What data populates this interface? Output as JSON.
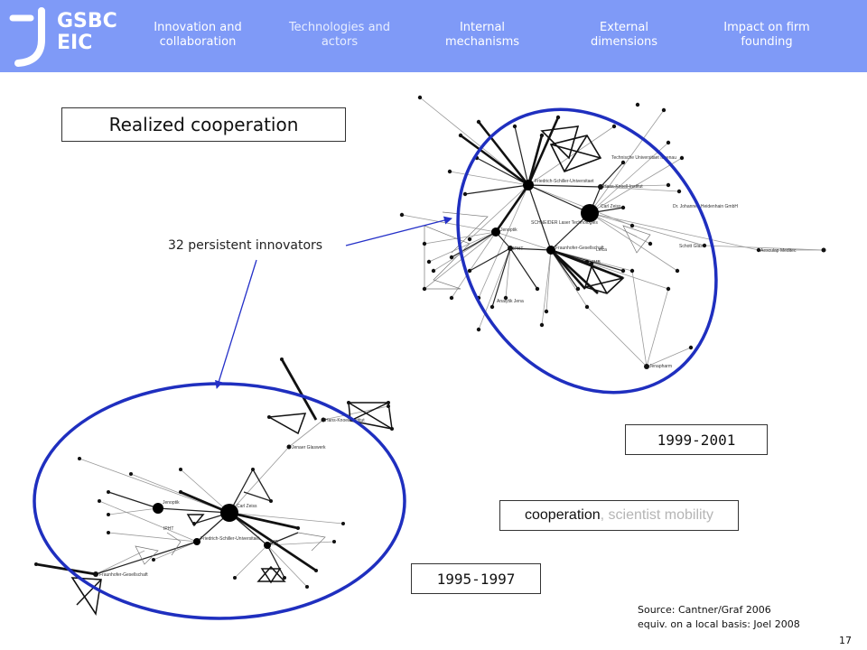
{
  "logo": {
    "line1": "GSBC",
    "line2": "EIC"
  },
  "nav": [
    {
      "label": "Innovation and collaboration"
    },
    {
      "label": "Technologies and actors"
    },
    {
      "label": "Internal mechanisms"
    },
    {
      "label": "External dimensions"
    },
    {
      "label": "Impact on firm founding"
    }
  ],
  "title": "Realized cooperation",
  "annotation": "32 persistent innovators",
  "period_recent": "1999-2001",
  "period_early": "1995-1997",
  "legend": {
    "main": "cooperation",
    "rest": ", scientist mobility"
  },
  "source_line1": "Source: Cantner/Graf 2006",
  "source_line2": "equiv. on a local basis: Joel 2008",
  "page_number": "17",
  "network_labels_recent": [
    "Technische Universitaet Ilmenau",
    "Friedrich-Schiller-Universitaet",
    "Hans-Knoell-Institut",
    "Carl Zeiss",
    "Dr. Johannes Heidenhain GmbH",
    "SCHNEIDER Laser Technologies",
    "Jenoptik",
    "IPHT",
    "Fraunhofer-Gesellschaft",
    "Leica",
    "Schott Glas",
    "Aesculap Meditec",
    "IMB",
    "Analytik Jena",
    "Jenapharm"
  ],
  "network_labels_early": [
    "Hans-Knoell-Institut",
    "Jenaer Glaswerk",
    "Jenoptik",
    "Carl Zeiss",
    "IPHT",
    "Friedrich-Schiller-Universitaet",
    "IMB",
    "Fraunhofer-Gesellschaft"
  ],
  "colors": {
    "header": "#7f9af7",
    "ellipse": "#1f2fbf",
    "arrow": "#2430c8"
  }
}
